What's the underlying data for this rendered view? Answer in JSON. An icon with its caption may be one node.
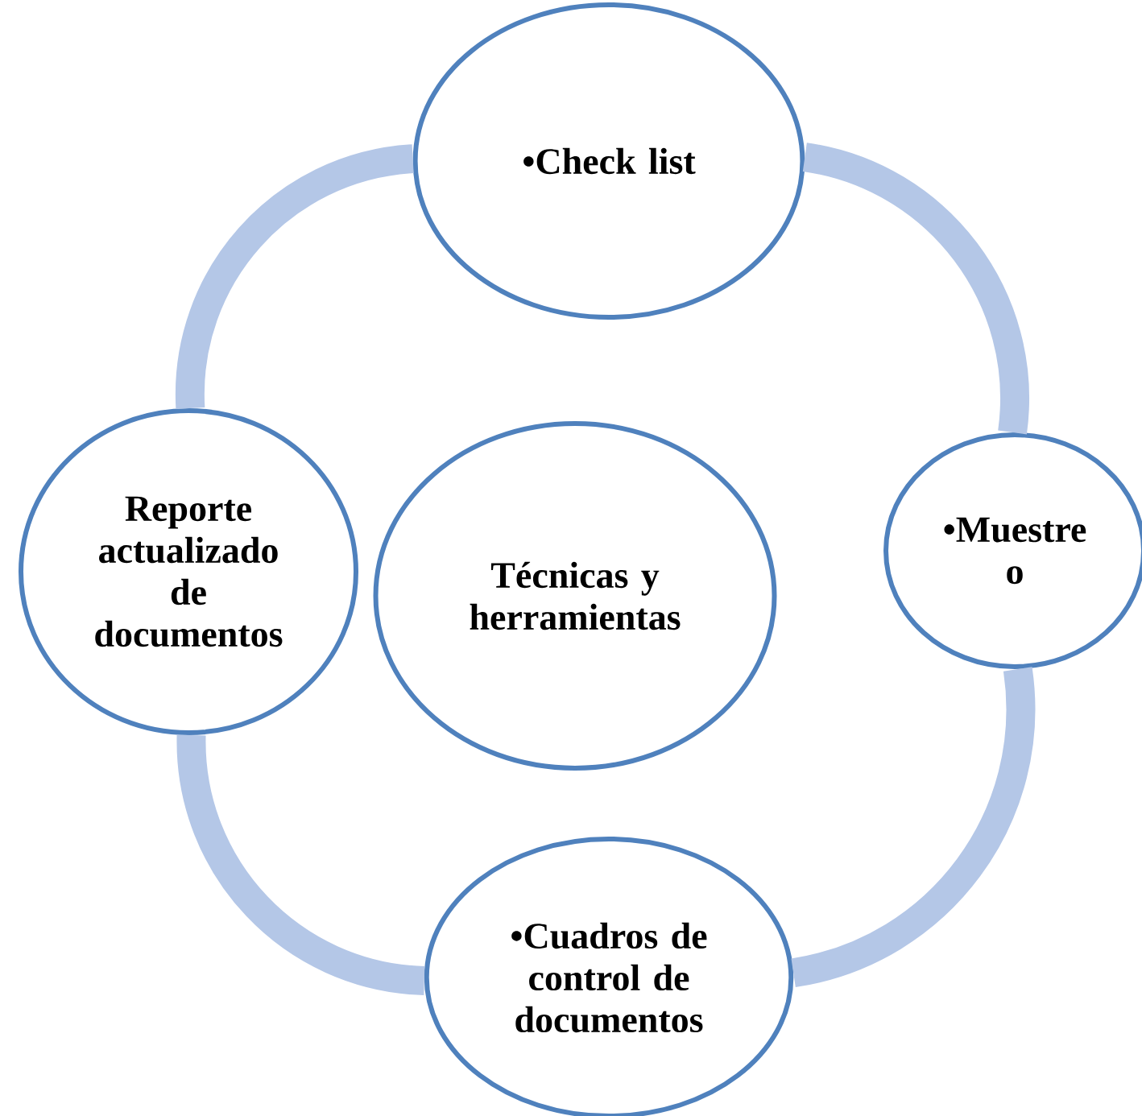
{
  "diagram": {
    "nodes": [
      {
        "text": [
          "•Check list"
        ]
      },
      {
        "text": [
          "Reporte actualizado de documentos"
        ]
      },
      {
        "text": [
          "Técnicas y herramientas"
        ]
      },
      {
        "text": [
          "•Muestre o"
        ]
      },
      {
        "text": [
          "•Cuadros de control de documentos"
        ]
      }
    ],
    "edges": [
      {
        "from": 0,
        "to": 3,
        "arrow": "none"
      },
      {
        "from": 3,
        "to": 4,
        "arrow": "none"
      },
      {
        "from": 4,
        "to": 1,
        "arrow": "none"
      },
      {
        "from": 1,
        "to": 0,
        "arrow": "none"
      }
    ]
  }
}
